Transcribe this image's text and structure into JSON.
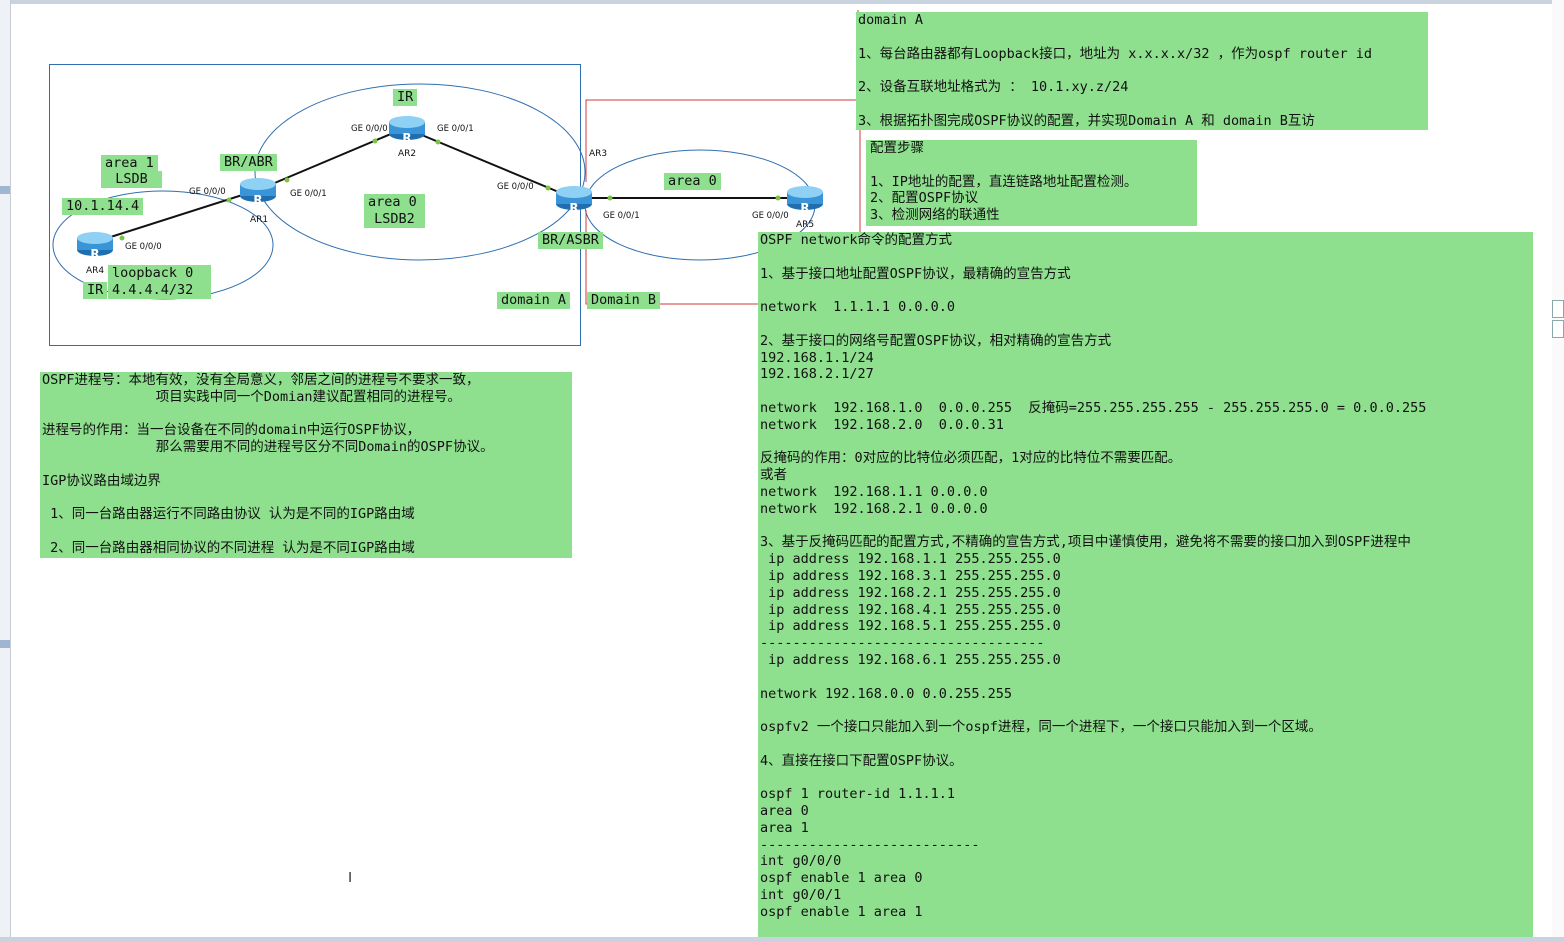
{
  "topology": {
    "routers": [
      "AR1",
      "AR2",
      "AR3",
      "AR4",
      "AR5"
    ],
    "ports": {
      "ar4_ge000": "GE 0/0/0",
      "ar1_ge000": "GE 0/0/0",
      "ar1_ge001": "GE 0/0/1",
      "ar2_ge000": "GE 0/0/0",
      "ar2_ge001": "GE 0/0/1",
      "ar3_ge000": "GE 0/0/0",
      "ar3_ge001": "GE 0/0/1",
      "ar5_ge000": "GE 0/0/0"
    },
    "labels": {
      "area1": "area 1",
      "area1_lsdb": "LSDB",
      "ar4_addr": "10.1.14.4",
      "ar4_ir": "IR",
      "loopback": "loopback 0",
      "loopback_addr": "4.4.4.4/32",
      "br_abr": "BR/ABR",
      "ar2_ir": "IR",
      "area0": "area 0",
      "area0_lsdb": "LSDB2",
      "br_asbr": "BR/ASBR",
      "area0_right": "area 0",
      "domain_a": "domain A",
      "domain_b": "Domain B"
    },
    "colors": {
      "link": "#111111",
      "router": "#2f8fd0",
      "domain_line": "#d23a3a",
      "area_circle": "#2f6fb0"
    }
  },
  "note_domain": [
    "domain A",
    "",
    "1、每台路由器都有Loopback接口，地址为 x.x.x.x/32 ，作为ospf router id",
    "",
    "2、设备互联地址格式为 ： 10.1.xy.z/24",
    "",
    "3、根据拓扑图完成OSPF协议的配置，并实现Domain A 和 domain B互访"
  ],
  "note_steps": [
    "配置步骤",
    "",
    "1、IP地址的配置，直连链路地址配置检测。",
    "2、配置OSPF协议",
    "3、检测网络的联通性"
  ],
  "note_process": [
    "OSPF进程号：本地有效，没有全局意义，邻居之间的进程号不要求一致，",
    "              项目实践中同一个Domian建议配置相同的进程号。",
    "",
    "进程号的作用：当一台设备在不同的domain中运行OSPF协议，",
    "              那么需要用不同的进程号区分不同Domain的OSPF协议。",
    "",
    "IGP协议路由域边界",
    "",
    " 1、同一台路由器运行不同路由协议 认为是不同的IGP路由域",
    "",
    " 2、同一台路由器相同协议的不同进程 认为是不同IGP路由域"
  ],
  "note_network": [
    "OSPF network命令的配置方式",
    "",
    "1、基于接口地址配置OSPF协议，最精确的宣告方式",
    "",
    "network  1.1.1.1 0.0.0.0",
    "",
    "2、基于接口的网络号配置OSPF协议，相对精确的宣告方式",
    "192.168.1.1/24",
    "192.168.2.1/27",
    "",
    "network  192.168.1.0  0.0.0.255  反掩码=255.255.255.255 - 255.255.255.0 = 0.0.0.255",
    "network  192.168.2.0  0.0.0.31",
    "",
    "反掩码的作用：0对应的比特位必须匹配，1对应的比特位不需要匹配。",
    "或者",
    "network  192.168.1.1 0.0.0.0",
    "network  192.168.2.1 0.0.0.0",
    "",
    "3、基于反掩码匹配的配置方式,不精确的宣告方式,项目中谨慎使用，避免将不需要的接口加入到OSPF进程中",
    " ip address 192.168.1.1 255.255.255.0",
    " ip address 192.168.3.1 255.255.255.0",
    " ip address 192.168.2.1 255.255.255.0",
    " ip address 192.168.4.1 255.255.255.0",
    " ip address 192.168.5.1 255.255.255.0",
    "-----------------------------------",
    " ip address 192.168.6.1 255.255.255.0",
    "",
    "network 192.168.0.0 0.0.255.255",
    "",
    "ospfv2 一个接口只能加入到一个ospf进程，同一个进程下，一个接口只能加入到一个区域。",
    "",
    "4、直接在接口下配置OSPF协议。",
    "",
    "ospf 1 router-id 1.1.1.1",
    "area 0",
    "area 1",
    "---------------------------",
    "int g0/0/0",
    "ospf enable 1 area 0",
    "int g0/0/1",
    "ospf enable 1 area 1"
  ]
}
